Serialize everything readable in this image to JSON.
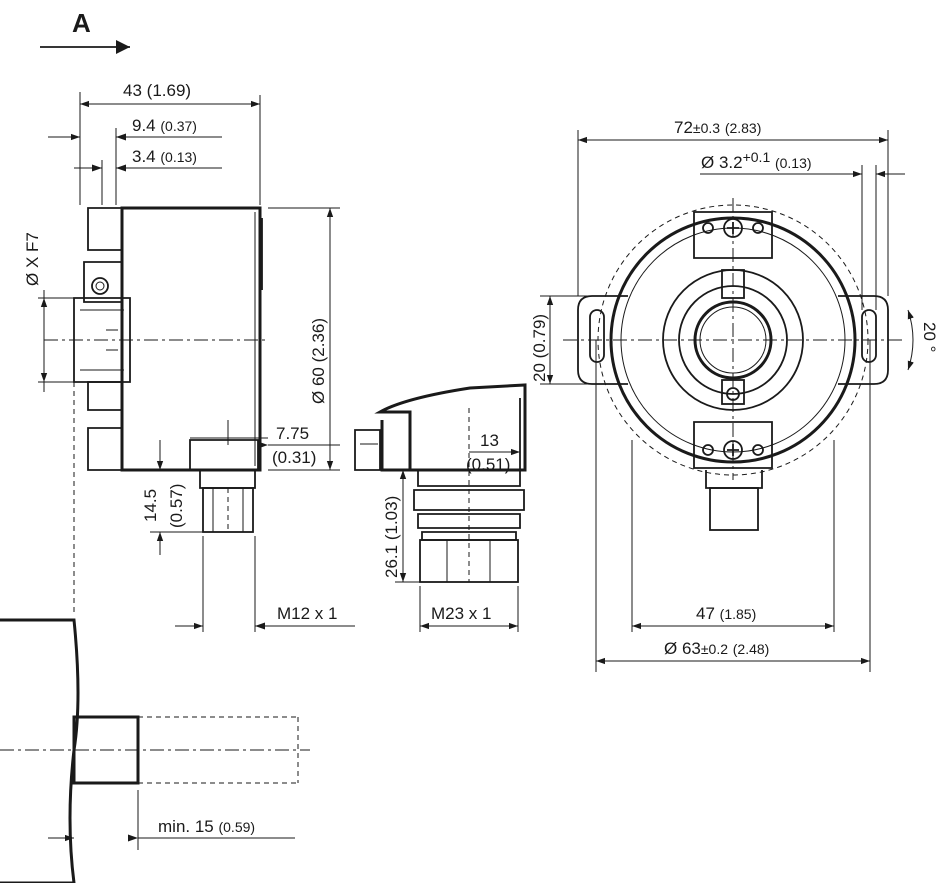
{
  "view_label": "A",
  "dims": {
    "d43": "43",
    "d43_in": "(1.69)",
    "d9_4": "9.4",
    "d9_4_in": "(0.37)",
    "d3_4": "3.4",
    "d3_4_in": "(0.13)",
    "dx": "Ø X F7",
    "d60": "Ø 60 (2.36)",
    "d7_75": "7.75",
    "d7_75_in": "(0.31)",
    "d14_5": "14.5",
    "d14_5_in": "(0.57)",
    "m12": "M12 x 1",
    "d13": "13",
    "d13_in": "(0.51)",
    "d26_1": "26.1",
    "d26_1_in": "(1.03)",
    "m23": "M23 x 1",
    "d72": "72",
    "d72_tol": "±0.3",
    "d72_in": "(2.83)",
    "d3_2": "Ø 3.2",
    "d3_2_tol": "+0.1",
    "d3_2_in": "(0.13)",
    "d20": "20",
    "d20_in": "(0.79)",
    "a20": "20 °",
    "d47": "47",
    "d47_in": "(1.85)",
    "d63": "Ø 63",
    "d63_tol": "±0.2",
    "d63_in": "(2.48)",
    "min15": "min. 15",
    "min15_in": "(0.59)"
  }
}
